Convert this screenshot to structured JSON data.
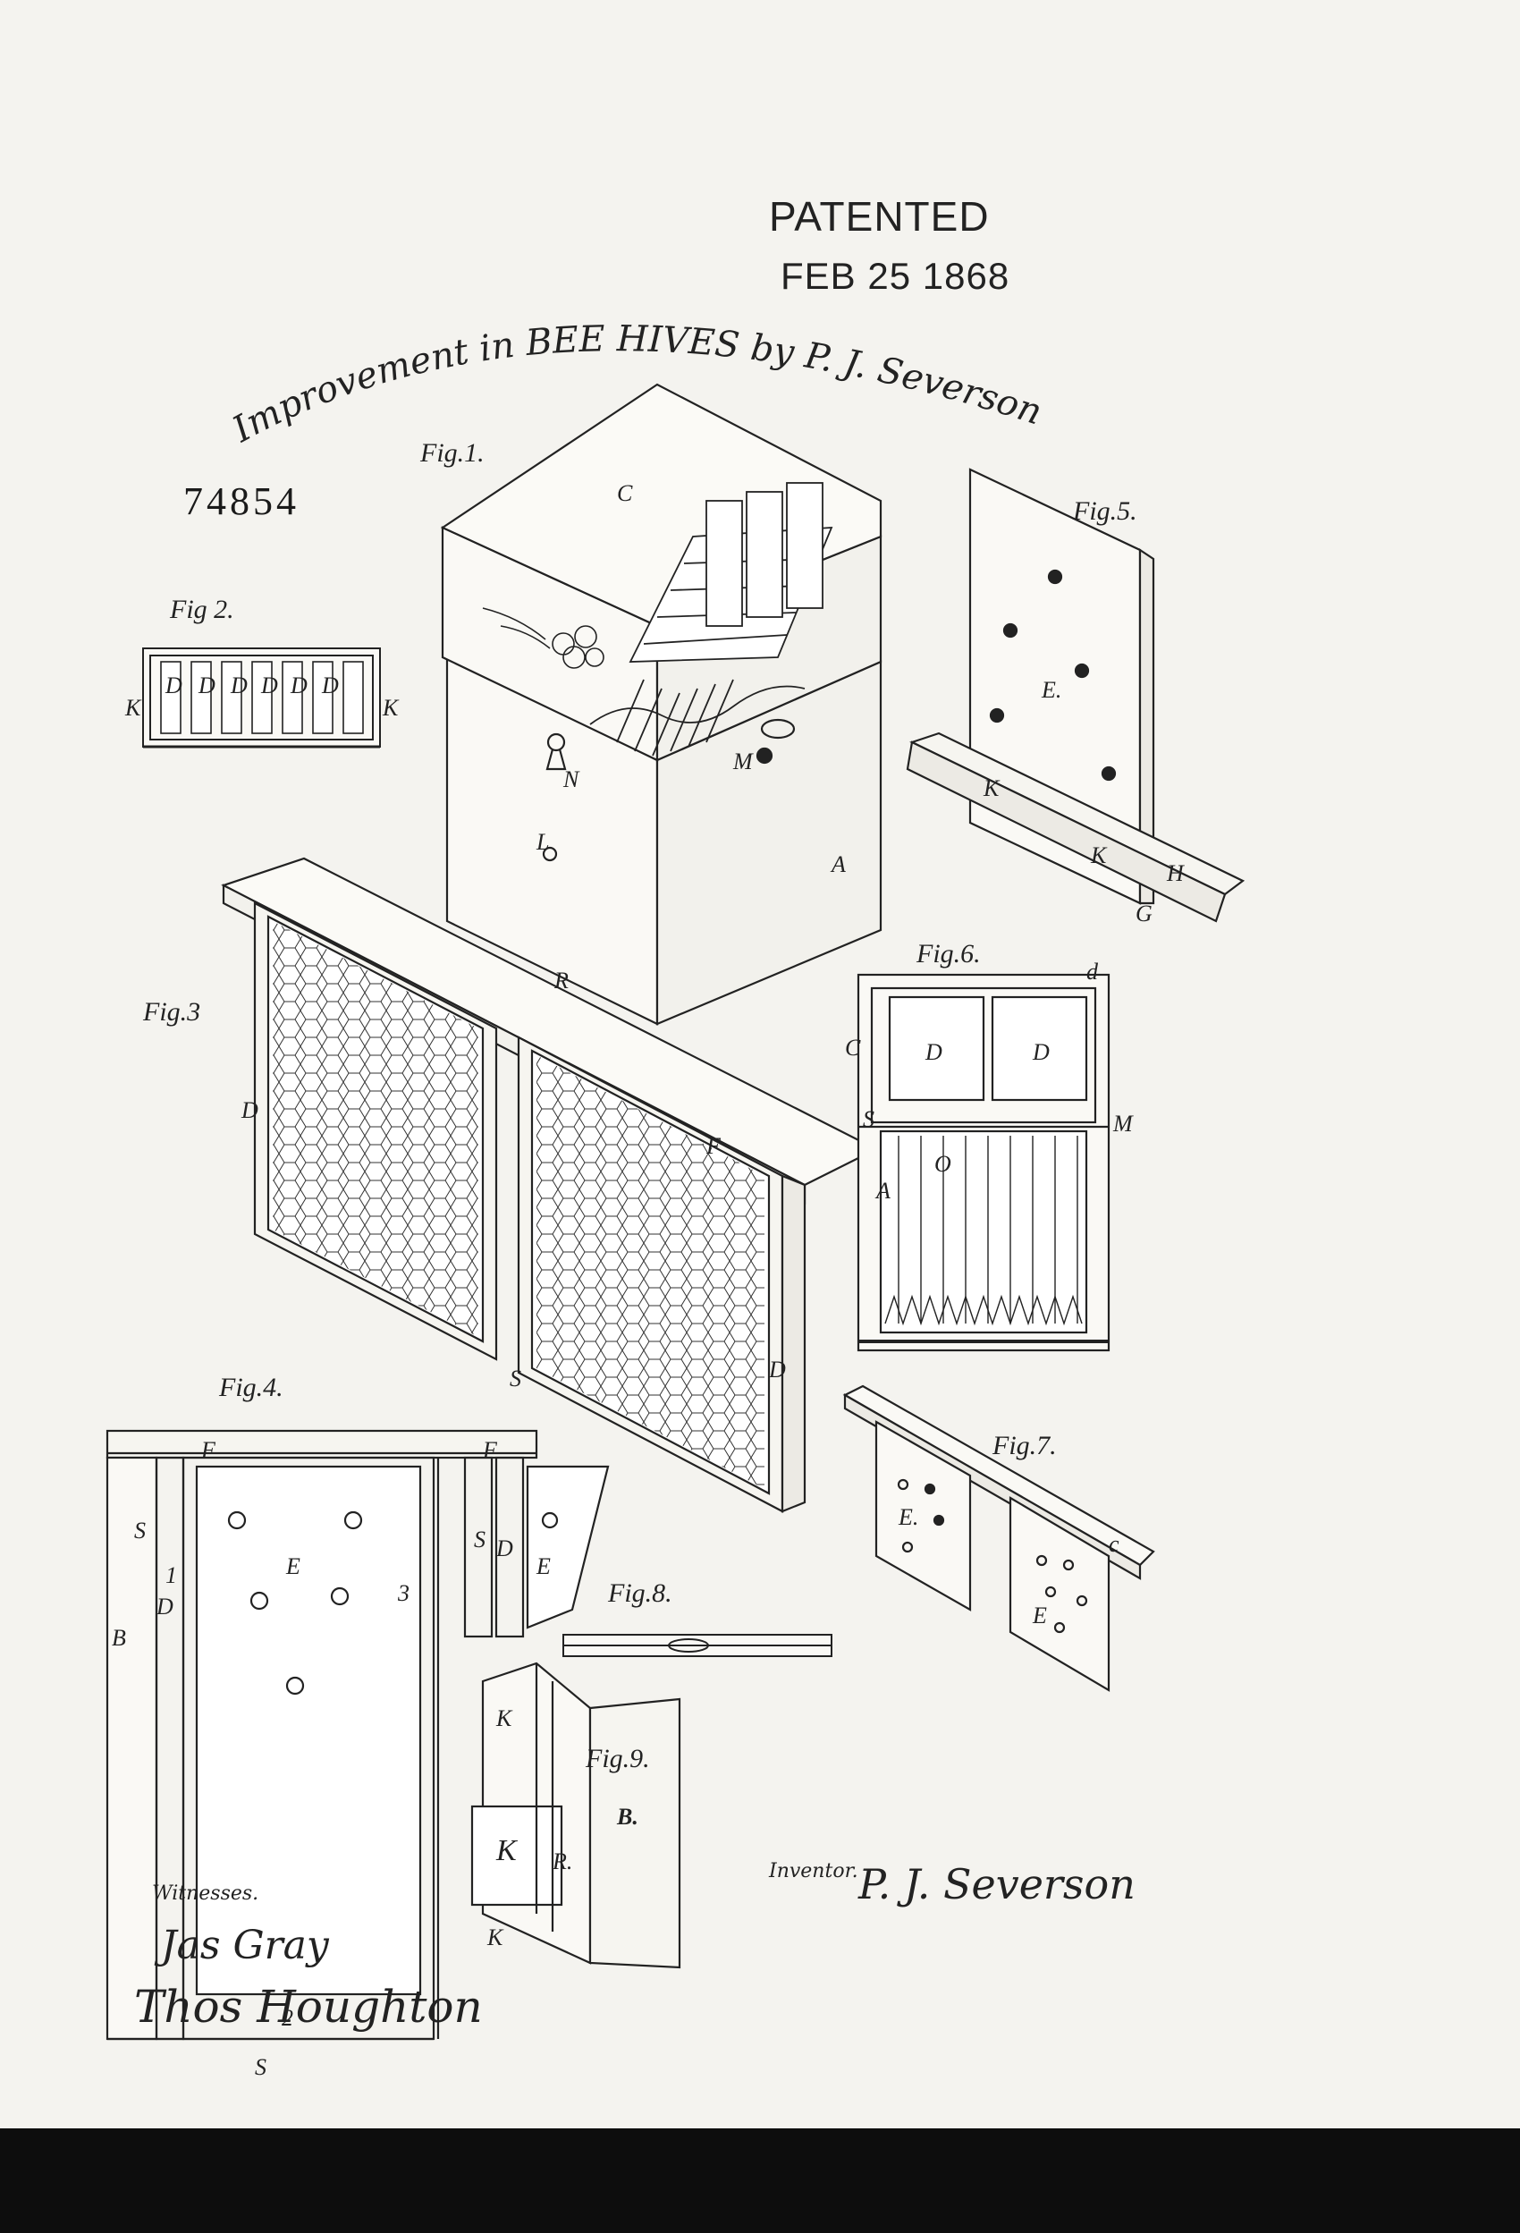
{
  "stamp": {
    "line1": "PATENTED",
    "line2": "FEB 25 1868"
  },
  "title": {
    "text": "Improvement in BEE HIVES by P. J. Severson."
  },
  "patent_number": "74854",
  "figures": {
    "fig1": "Fig.1.",
    "fig2": "Fig 2.",
    "fig3": "Fig.3",
    "fig4": "Fig.4.",
    "fig5": "Fig.5.",
    "fig6": "Fig.6.",
    "fig7": "Fig.7.",
    "fig8": "Fig.8.",
    "fig9": "Fig.9."
  },
  "witnesses": {
    "label": "Witnesses.",
    "names": [
      "Jas Gray",
      "Thos Houghton"
    ]
  },
  "inventor": {
    "label": "Inventor.",
    "name": "P. J. Severson"
  }
}
